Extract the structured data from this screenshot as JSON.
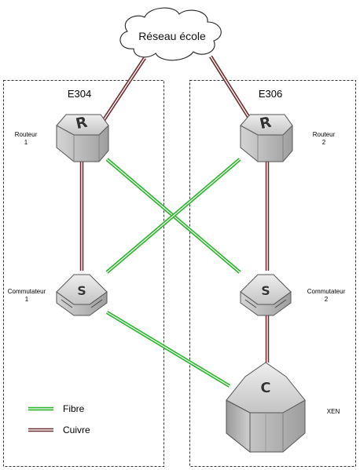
{
  "cloud": {
    "label": "Réseau école"
  },
  "rooms": [
    {
      "name": "E304"
    },
    {
      "name": "E306"
    }
  ],
  "devices": {
    "router1": {
      "letter": "R",
      "label_line1": "Routeur",
      "label_line2": "1"
    },
    "router2": {
      "letter": "R",
      "label_line1": "Routeur",
      "label_line2": "2"
    },
    "switch1": {
      "letter": "S",
      "label_line1": "Commutateur",
      "label_line2": "1"
    },
    "switch2": {
      "letter": "S",
      "label_line1": "Commutateur",
      "label_line2": "2"
    },
    "core": {
      "letter": "C",
      "label_line1": "XEN"
    }
  },
  "legend": {
    "fibre": {
      "label": "Fibre",
      "color": "#2db52d"
    },
    "copper": {
      "label": "Cuivre",
      "color": "#7a2e2e"
    }
  }
}
